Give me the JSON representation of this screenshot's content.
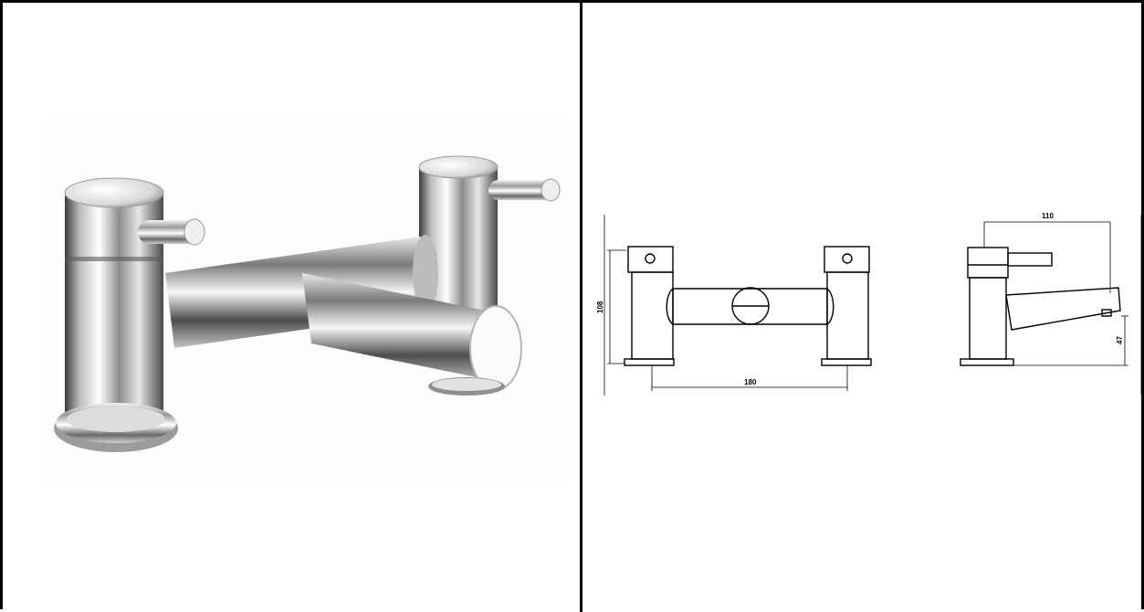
{
  "left_panel": {
    "image": "chrome-bath-filler-tap-photo"
  },
  "right_panel": {
    "image": "tap-technical-drawing",
    "dimensions": {
      "width_centres": "180",
      "height": "108",
      "projection": "110",
      "spout_height": "47"
    }
  }
}
